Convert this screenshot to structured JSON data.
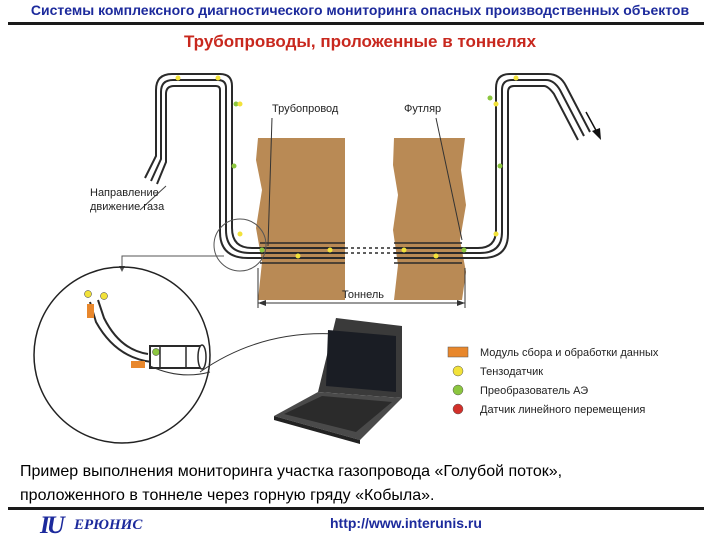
{
  "header": {
    "title": "Системы комплексного диагностического мониторинга опасных производственных объектов"
  },
  "slide": {
    "title": "Трубопроводы, проложенные в тоннелях"
  },
  "diagram": {
    "labels": {
      "pipeline": "Трубопровод",
      "casing": "Футляр",
      "direction_line1": "Направление",
      "direction_line2": "движение газа",
      "tunnel": "Тоннель"
    },
    "legend": [
      {
        "text": "Модуль сбора и обработки данных",
        "color": "#e8872c",
        "shape": "rect"
      },
      {
        "text": "Тензодатчик",
        "color": "#f2e23a",
        "shape": "circle"
      },
      {
        "text": "Преобразователь АЭ",
        "color": "#8cc63f",
        "shape": "circle"
      },
      {
        "text": "Датчик линейного перемещения",
        "color": "#d2302a",
        "shape": "circle"
      }
    ],
    "colors": {
      "rock": "#b98a55",
      "pipe": "#2a2a2a",
      "strain": "#f2e23a",
      "ae": "#8cc63f",
      "module": "#e8872c"
    }
  },
  "caption": {
    "line1": "Пример выполнения мониторинга участка газопровода «Голубой поток»,",
    "line2": "проложенного в  тоннеле через горную гряду «Кобыла»."
  },
  "footer": {
    "logo_mark": "IU",
    "logo_text": "ЕРЮНИС",
    "url": "http://www.interunis.ru"
  }
}
